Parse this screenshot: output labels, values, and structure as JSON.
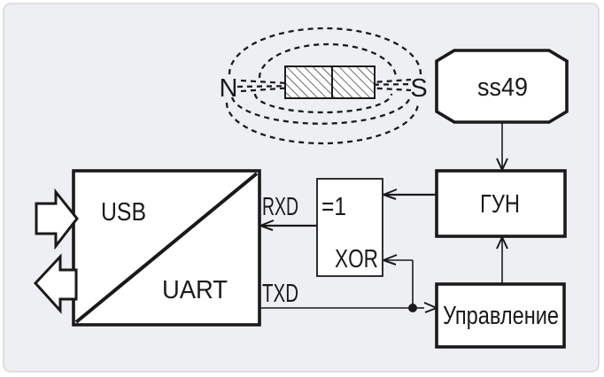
{
  "figure": {
    "background_color": "#edeff2",
    "frame_border_color": "#d3d6d9",
    "line_color": "#1a1a1a",
    "block_fill_color": "#ffffff"
  },
  "magnet": {
    "north_label": "N",
    "south_label": "S"
  },
  "blocks": {
    "hall_sensor": {
      "label": "ss49"
    },
    "vco": {
      "label": "ГУН"
    },
    "control": {
      "label": "Управление"
    },
    "xor_gate": {
      "label": "=1",
      "type_label": "XOR"
    },
    "usb_uart": {
      "usb_label": "USB",
      "uart_label": "UART"
    }
  },
  "signals": {
    "rxd_label": "RXD",
    "txd_label": "TXD"
  }
}
